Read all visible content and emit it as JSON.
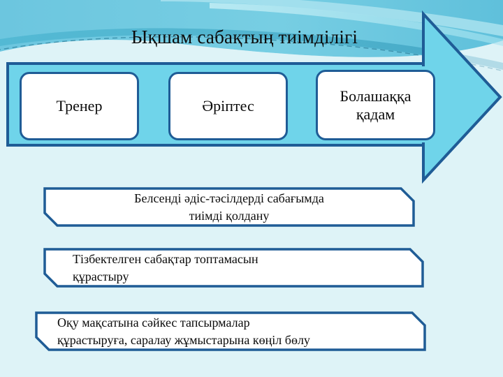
{
  "slide": {
    "title": "Ықшам сабақтың тиімділігі",
    "background_color": "#DEF3F7",
    "top_band_color": "#6FC7DF",
    "arrow_fill": "#6FD4EA",
    "arrow_border": "#1F5C96",
    "box_fill": "#FFFFFF",
    "box_border": "#1F5C96",
    "text_color": "#0B0B0B"
  },
  "arrow": {
    "name": "process-arrow",
    "boxes": [
      {
        "id": "trainer",
        "label": "Тренер"
      },
      {
        "id": "colleague",
        "label": "Әріптес"
      },
      {
        "id": "future",
        "label": "Болашаққа қадам"
      }
    ]
  },
  "banners": [
    {
      "id": "banner-1",
      "line1": "Белсенді әдіс-тәсілдерді сабағымда",
      "line2": "тиімді қолдану"
    },
    {
      "id": "banner-2",
      "line1": "Тізбектелген сабақтар топтамасын",
      "line2": "құрастыру"
    },
    {
      "id": "banner-3",
      "line1": "Оқу мақсатына сәйкес тапсырмалар",
      "line2": "құрастыруға, саралау жұмыстарына көңіл бөлу"
    }
  ]
}
